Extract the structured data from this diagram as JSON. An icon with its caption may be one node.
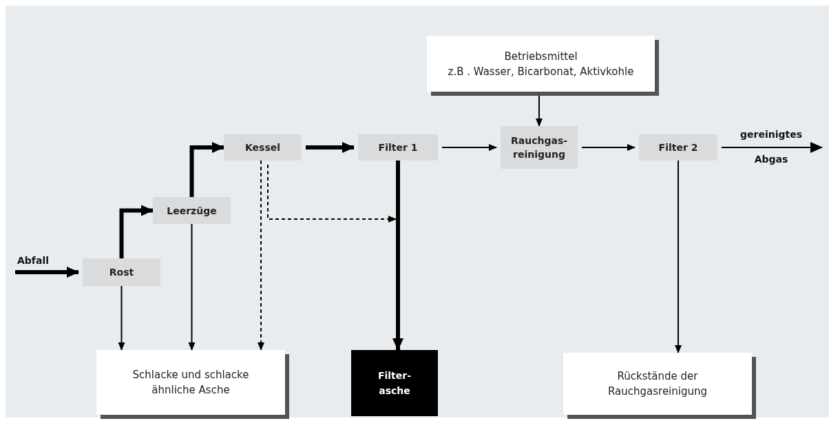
{
  "diagram": {
    "nodes": [
      {
        "text": [
          "Betriebsmittel",
          "z.B . Wasser, Bicarbonat, Aktivkohle"
        ]
      },
      {
        "text": [
          "Kessel"
        ]
      },
      {
        "text": [
          "Filter 1"
        ]
      },
      {
        "text": [
          "Rauchgas- reinigung"
        ]
      },
      {
        "text": [
          "Filter 2"
        ]
      },
      {
        "text": [
          "Leerzüge"
        ]
      },
      {
        "text": [
          "Rost"
        ]
      },
      {
        "text": [
          "Schlacke und schlacke ähnliche Asche"
        ]
      },
      {
        "text": [
          "Filter- asche"
        ]
      },
      {
        "text": [
          "Rückstände der Rauchgasreinigung"
        ]
      }
    ],
    "edges": [
      {
        "from": null,
        "to": 6,
        "arrow": "to",
        "label": "Abfall",
        "style": "thick"
      },
      {
        "from": 6,
        "to": 5,
        "arrow": "to",
        "style": "thick"
      },
      {
        "from": 5,
        "to": 1,
        "arrow": "to",
        "style": "thick"
      },
      {
        "from": 1,
        "to": 2,
        "arrow": "to",
        "style": "thick"
      },
      {
        "from": 2,
        "to": 3,
        "arrow": "to"
      },
      {
        "from": 0,
        "to": 3,
        "arrow": "to"
      },
      {
        "from": 3,
        "to": 4,
        "arrow": "to"
      },
      {
        "from": 4,
        "to": null,
        "arrow": "to",
        "label": "gereinigtes Abgas"
      },
      {
        "from": 6,
        "to": 7,
        "arrow": "to"
      },
      {
        "from": 5,
        "to": 7,
        "arrow": "to"
      },
      {
        "from": 1,
        "to": 7,
        "arrow": "to",
        "style": "dashed"
      },
      {
        "from": 1,
        "to": null,
        "arrow": "to",
        "style": "dashed"
      },
      {
        "from": 2,
        "to": 8,
        "arrow": "to",
        "style": "thick"
      },
      {
        "from": 4,
        "to": 9,
        "arrow": "to"
      }
    ]
  }
}
